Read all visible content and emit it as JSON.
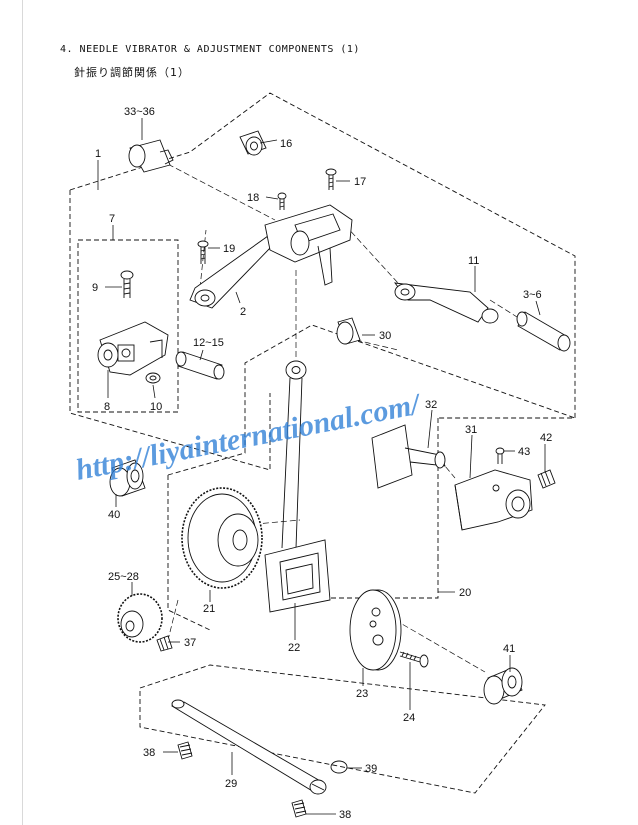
{
  "header": {
    "title": "4. NEEDLE VIBRATOR & ADJUSTMENT COMPONENTS (1)",
    "subtitle": "針振り調節関係（1）"
  },
  "watermark": {
    "text": "http://liyainternational.com/",
    "color": "#2e7fd6"
  },
  "parts": [
    {
      "id": "p33",
      "label": "33~36"
    },
    {
      "id": "p16",
      "label": "16"
    },
    {
      "id": "p17",
      "label": "17"
    },
    {
      "id": "p18",
      "label": "18"
    },
    {
      "id": "p1",
      "label": "1"
    },
    {
      "id": "p7",
      "label": "7"
    },
    {
      "id": "p19",
      "label": "19"
    },
    {
      "id": "p11",
      "label": "11"
    },
    {
      "id": "p3",
      "label": "3~6"
    },
    {
      "id": "p9",
      "label": "9"
    },
    {
      "id": "p2",
      "label": "2"
    },
    {
      "id": "p30",
      "label": "30"
    },
    {
      "id": "p12",
      "label": "12~15"
    },
    {
      "id": "p8",
      "label": "8"
    },
    {
      "id": "p10",
      "label": "10"
    },
    {
      "id": "p32",
      "label": "32"
    },
    {
      "id": "p31",
      "label": "31"
    },
    {
      "id": "p42",
      "label": "42"
    },
    {
      "id": "p43",
      "label": "43"
    },
    {
      "id": "p40",
      "label": "40"
    },
    {
      "id": "p20",
      "label": "20"
    },
    {
      "id": "p21",
      "label": "21"
    },
    {
      "id": "p25",
      "label": "25~28"
    },
    {
      "id": "p22",
      "label": "22"
    },
    {
      "id": "p37",
      "label": "37"
    },
    {
      "id": "p41",
      "label": "41"
    },
    {
      "id": "p23",
      "label": "23"
    },
    {
      "id": "p24",
      "label": "24"
    },
    {
      "id": "p38a",
      "label": "38"
    },
    {
      "id": "p39",
      "label": "39"
    },
    {
      "id": "p29",
      "label": "29"
    },
    {
      "id": "p38b",
      "label": "38"
    }
  ]
}
